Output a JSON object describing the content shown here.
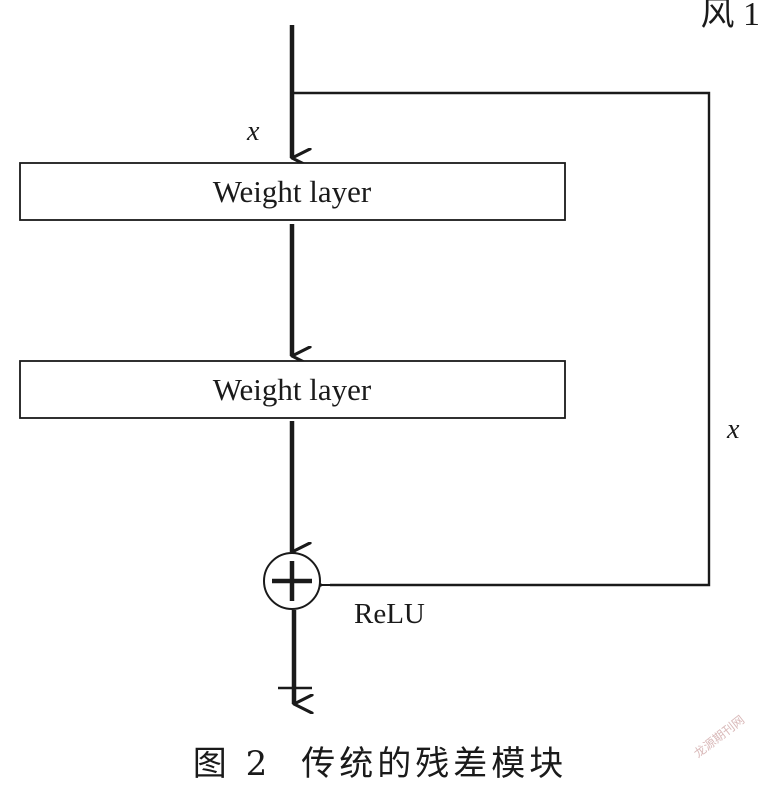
{
  "corner_text": "风 1",
  "diagram": {
    "input_label": "x",
    "shortcut_label": "x",
    "layer1_label": "Weight layer",
    "layer2_label": "Weight layer",
    "sum_symbol": "+",
    "activation_label": "ReLU"
  },
  "caption": {
    "figure_number": "图 2",
    "title": "传统的残差模块"
  },
  "watermark": "龙源期刊网"
}
